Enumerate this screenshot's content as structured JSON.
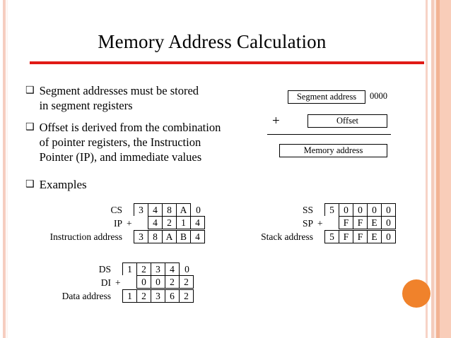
{
  "slide": {
    "title": "Memory Address Calculation",
    "accent_rule_color": "#e01b16",
    "accent_circle_color": "#f0822b",
    "bullet_glyph": "❑"
  },
  "bullets": [
    {
      "text": "Segment addresses must be stored\nin segment registers"
    },
    {
      "text": "Offset is derived from the combination\nof pointer registers, the Instruction\nPointer (IP), and immediate values"
    },
    {
      "text": "Examples"
    }
  ],
  "formula": {
    "segment_address_label": "Segment address",
    "trailing_zeros": "0000",
    "plus_sign": "+",
    "offset_label": "Offset",
    "memory_address_label": "Memory address"
  },
  "examples": [
    {
      "name": "code-segment",
      "rows": [
        {
          "label": "CS",
          "plus": "",
          "digits": [
            "3",
            "4",
            "8",
            "A",
            "0"
          ],
          "boxed": [
            true,
            true,
            true,
            true,
            false
          ]
        },
        {
          "label": "IP",
          "plus": "+",
          "digits": [
            "",
            "4",
            "2",
            "1",
            "4"
          ],
          "boxed": [
            false,
            true,
            true,
            true,
            true
          ]
        },
        {
          "label": "Instruction address",
          "plus": "",
          "digits": [
            "3",
            "8",
            "A",
            "B",
            "4"
          ],
          "boxed": [
            true,
            true,
            true,
            true,
            true
          ]
        }
      ]
    },
    {
      "name": "stack-segment",
      "rows": [
        {
          "label": "SS",
          "plus": "",
          "digits": [
            "5",
            "0",
            "0",
            "0",
            "0"
          ],
          "boxed": [
            true,
            true,
            true,
            true,
            true
          ]
        },
        {
          "label": "SP",
          "plus": "+",
          "digits": [
            "",
            "F",
            "F",
            "E",
            "0"
          ],
          "boxed": [
            false,
            true,
            true,
            true,
            true
          ]
        },
        {
          "label": "Stack address",
          "plus": "",
          "digits": [
            "5",
            "F",
            "F",
            "E",
            "0"
          ],
          "boxed": [
            true,
            true,
            true,
            true,
            true
          ]
        }
      ]
    },
    {
      "name": "data-segment",
      "rows": [
        {
          "label": "DS",
          "plus": "",
          "digits": [
            "1",
            "2",
            "3",
            "4",
            "0"
          ],
          "boxed": [
            true,
            true,
            true,
            true,
            false
          ]
        },
        {
          "label": "DI",
          "plus": "+",
          "digits": [
            "",
            "0",
            "0",
            "2",
            "2"
          ],
          "boxed": [
            false,
            true,
            true,
            true,
            true
          ]
        },
        {
          "label": "Data address",
          "plus": "",
          "digits": [
            "1",
            "2",
            "3",
            "6",
            "2"
          ],
          "boxed": [
            true,
            true,
            true,
            true,
            true
          ]
        }
      ]
    }
  ]
}
